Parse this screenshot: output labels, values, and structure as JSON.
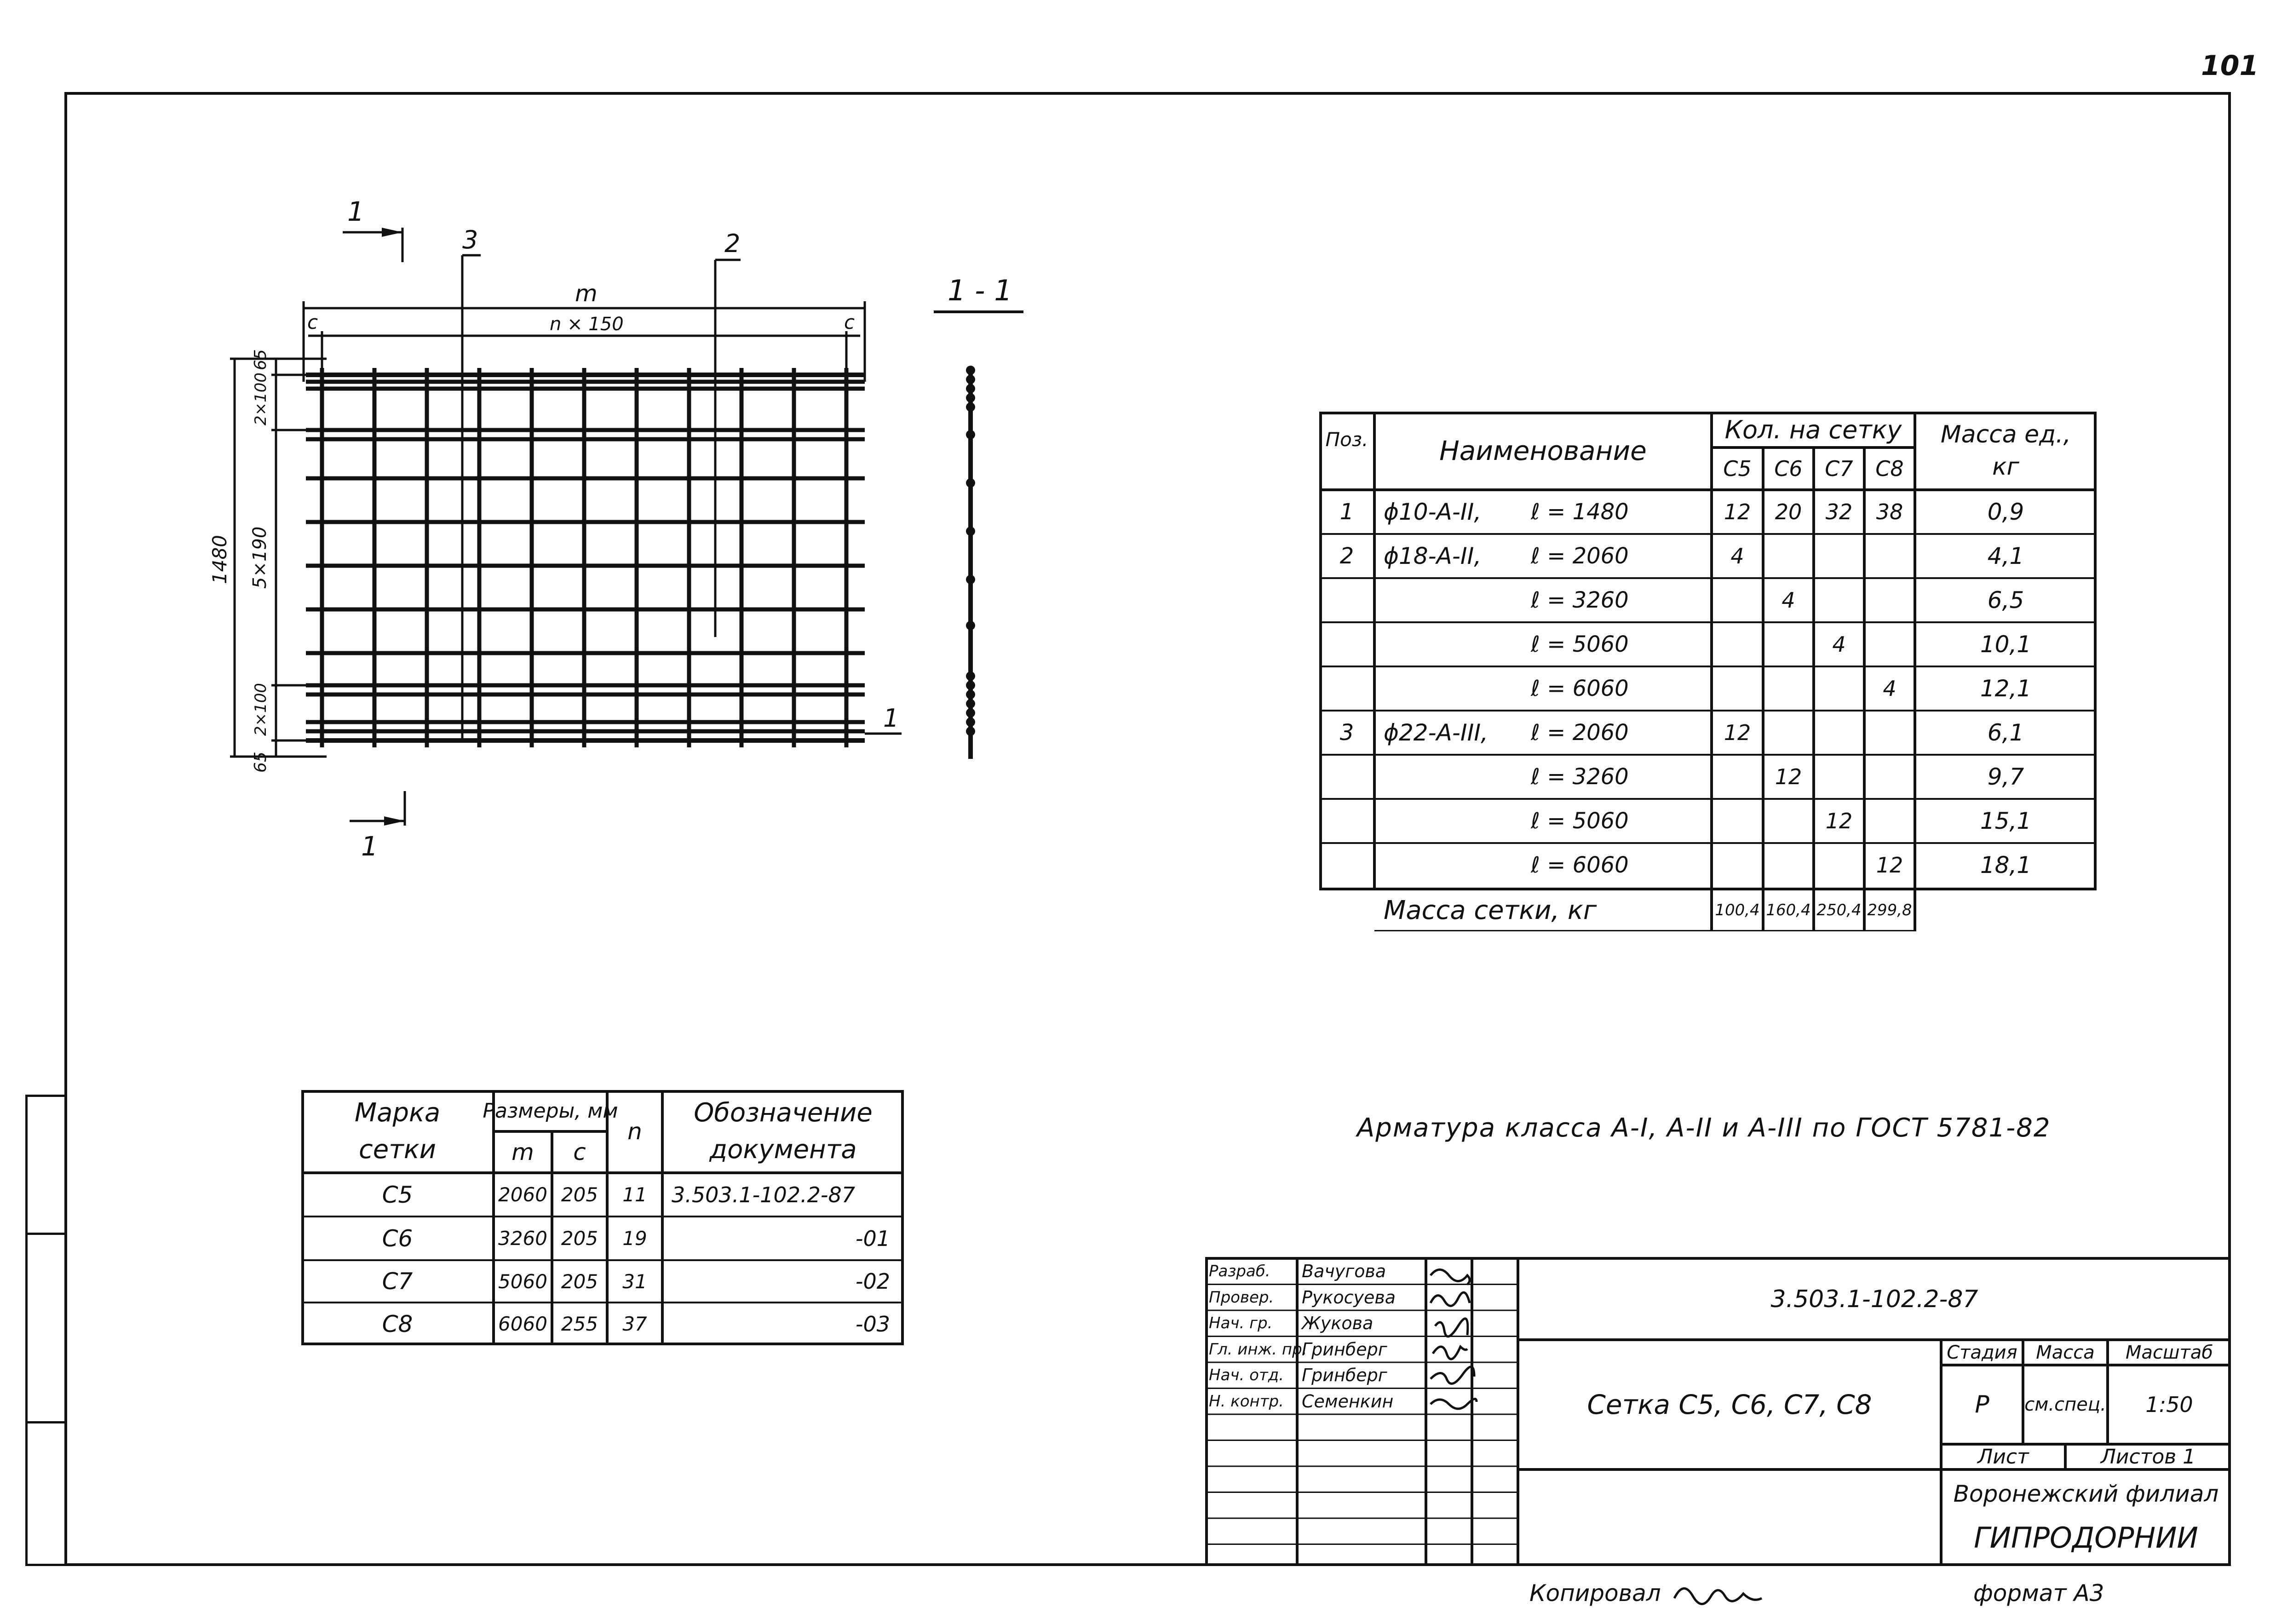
{
  "page_number": "101",
  "drawing": {
    "section_top": "1",
    "section_bottom": "1",
    "pos_top_a": "3",
    "pos_top_b": "2",
    "pos_right": "1",
    "dim_m": "m",
    "dim_n150": "n × 150",
    "dim_c_left": "c",
    "dim_c_right": "c",
    "dim_65_top": "65",
    "dim_2x100_top": "2×100",
    "dim_5x190": "5×190",
    "dim_2x100_bottom": "2×100",
    "dim_65_bottom": "65",
    "dim_1480": "1480",
    "section_label": "1 - 1"
  },
  "spec_table": {
    "header": {
      "pos": "Поз.",
      "name": "Наименование",
      "qty_group": "Кол. на сетку",
      "mass": "Масса ед., кг",
      "cols": [
        "С5",
        "С6",
        "С7",
        "С8"
      ]
    },
    "rows": [
      {
        "pos": "1",
        "name": "ϕ10-А-II,",
        "len": "ℓ = 1480",
        "q": [
          "12",
          "20",
          "32",
          "38"
        ],
        "mass": "0,9"
      },
      {
        "pos": "2",
        "name": "ϕ18-А-II,",
        "len": "ℓ = 2060",
        "q": [
          "4",
          "",
          "",
          ""
        ],
        "mass": "4,1"
      },
      {
        "pos": "",
        "name": "",
        "len": "ℓ = 3260",
        "q": [
          "",
          "4",
          "",
          ""
        ],
        "mass": "6,5"
      },
      {
        "pos": "",
        "name": "",
        "len": "ℓ = 5060",
        "q": [
          "",
          "",
          "4",
          ""
        ],
        "mass": "10,1"
      },
      {
        "pos": "",
        "name": "",
        "len": "ℓ = 6060",
        "q": [
          "",
          "",
          "",
          "4"
        ],
        "mass": "12,1"
      },
      {
        "pos": "3",
        "name": "ϕ22-А-III,",
        "len": "ℓ = 2060",
        "q": [
          "12",
          "",
          "",
          ""
        ],
        "mass": "6,1"
      },
      {
        "pos": "",
        "name": "",
        "len": "ℓ = 3260",
        "q": [
          "",
          "12",
          "",
          ""
        ],
        "mass": "9,7"
      },
      {
        "pos": "",
        "name": "",
        "len": "ℓ = 5060",
        "q": [
          "",
          "",
          "12",
          ""
        ],
        "mass": "15,1"
      },
      {
        "pos": "",
        "name": "",
        "len": "ℓ = 6060",
        "q": [
          "",
          "",
          "",
          "12"
        ],
        "mass": "18,1"
      }
    ],
    "total_label": "Масса сетки, кг",
    "totals": [
      "100,4",
      "160,4",
      "250,4",
      "299,8"
    ]
  },
  "marks_table": {
    "header": {
      "mark": "Марка сетки",
      "sizes": "Размеры, мм",
      "m": "m",
      "c": "c",
      "n": "n",
      "doc": "Обозначение документа"
    },
    "rows": [
      {
        "mark": "С5",
        "m": "2060",
        "c": "205",
        "n": "11",
        "doc": "3.503.1-102.2-87"
      },
      {
        "mark": "С6",
        "m": "3260",
        "c": "205",
        "n": "19",
        "doc": "-01"
      },
      {
        "mark": "С7",
        "m": "5060",
        "c": "205",
        "n": "31",
        "doc": "-02"
      },
      {
        "mark": "С8",
        "m": "6060",
        "c": "255",
        "n": "37",
        "doc": "-03"
      }
    ]
  },
  "note": "Арматура класса А-I, А-II и А-III по ГОСТ 5781-82",
  "title_block": {
    "roles": [
      "Разраб.",
      "Провер.",
      "Нач. гр.",
      "Гл. инж. пр.",
      "Нач. отд.",
      "Н. контр."
    ],
    "names": [
      "Вачугова",
      "Рукосуева",
      "Жукова",
      "Гринберг",
      "Гринберг",
      "Семенкин"
    ],
    "doc_code": "3.503.1-102.2-87",
    "title": "Сетка С5, С6, С7, С8",
    "stage_label": "Стадия",
    "mass_label": "Масса",
    "scale_label": "Масштаб",
    "stage": "Р",
    "mass": "см.спец.",
    "scale": "1:50",
    "sheet_label": "Лист",
    "sheets_label": "Листов 1",
    "org_line1": "Воронежский филиал",
    "org_line2": "ГИПРОДОРНИИ"
  },
  "footer": {
    "copied": "Копировал",
    "format": "формат А3"
  }
}
